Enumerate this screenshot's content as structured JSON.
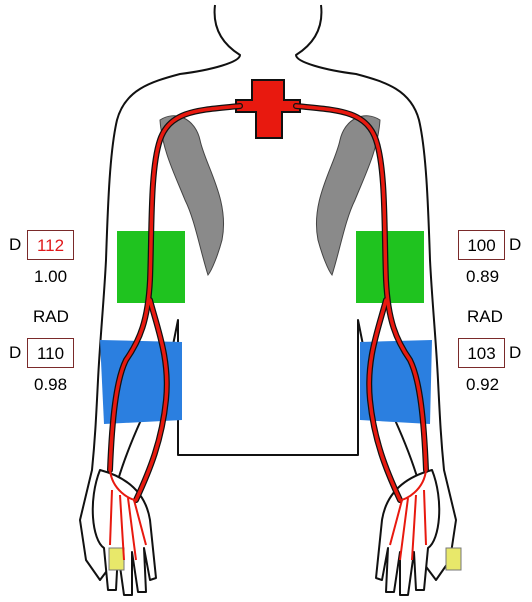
{
  "colors": {
    "artery": "#e8190f",
    "upper_cuff": "#1fc31f",
    "forearm_cuff": "#2b7fe0",
    "finger_cuff": "#e8e86a",
    "outline": "#111111",
    "highlight_value": "#e0191b"
  },
  "left": {
    "upper_side_letter": "D",
    "upper_pressure": "112",
    "upper_index": "1.00",
    "rad_label": "RAD",
    "lower_side_letter": "D",
    "lower_pressure": "110",
    "lower_index": "0.98"
  },
  "right": {
    "upper_side_letter": "D",
    "upper_pressure": "100",
    "upper_index": "0.89",
    "rad_label": "RAD",
    "lower_side_letter": "D",
    "lower_pressure": "103",
    "lower_index": "0.92"
  }
}
